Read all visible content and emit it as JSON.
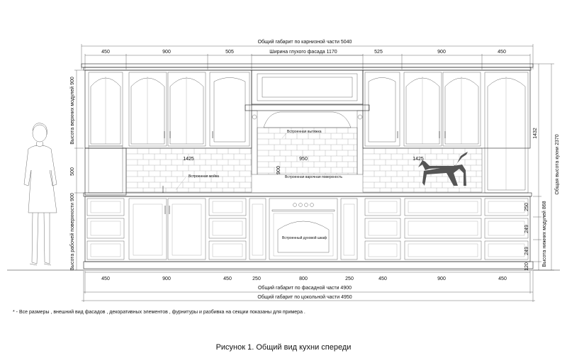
{
  "dimensions": {
    "overall_cornice": "Общий габарит по карнизной части  5040",
    "blind_facade_width": "Ширина глухого фасада  1170",
    "overall_facade": "Общий габарит по фасадной части  4900",
    "overall_plinth": "Общий габарит по цокольной части  4950",
    "top_widths": [
      "450",
      "900",
      "505",
      "525",
      "900",
      "450"
    ],
    "bottom_widths": [
      "450",
      "900",
      "450",
      "250",
      "800",
      "250",
      "450",
      "900",
      "450"
    ],
    "backsplash_widths": [
      "1425",
      "950",
      "1425"
    ],
    "hood_gap": "900",
    "right_heights": [
      "1432",
      "250",
      "249",
      "249",
      "120"
    ],
    "total_height": "Общая высота кухни 2370",
    "lower_modules_height": "Высота нижних модулей 868",
    "left_upper_height": "Высота верхних модулей  900",
    "left_mid_height": "500",
    "left_work_height": "Высота рабочей поверхности  900"
  },
  "labels": {
    "hood": "Встроенная вытяжка",
    "sink": "Встроенная мойка",
    "hob": "Встроенная варочная поверхность",
    "oven": "Встроенный духовой шкаф"
  },
  "footnote": "* - Все размеры , внешний вид фасадов , декоративных элементов , фурнитуры и разбивка на секции показаны для примера .",
  "caption": "Рисунок 1. Общий вид кухни спереди"
}
